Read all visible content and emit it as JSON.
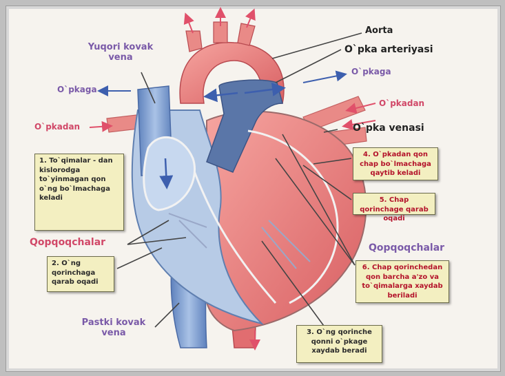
{
  "labels": {
    "aorta": "Aorta",
    "pulmonary_artery": "O`pka arteriyasi",
    "to_lungs_right": "O`pkaga",
    "from_lungs_right": "O`pkadan",
    "pulmonary_vein": "O`pka venasi",
    "superior_vena_cava": "Yuqori kovak vena",
    "to_lungs_left": "O`pkaga",
    "from_lungs_left": "O`pkadan",
    "valves_left": "Qopqoqchalar",
    "valves_right": "Qopqoqchalar",
    "inferior_vena_cava": "Pastki kovak vena"
  },
  "steps": [
    {
      "id": 1,
      "text": "1. To`qimalar - dan kislorodga to`yinmagan qon o`ng bo`lmachaga keladi"
    },
    {
      "id": 2,
      "text": "2. O`ng qorinchaga qarab oqadi"
    },
    {
      "id": 3,
      "text": "3. O`ng qorinche qonni o`pkage xaydab beradi"
    },
    {
      "id": 4,
      "text": "4. O`pkadan qon chap bo`lmachaga qaytib keladi"
    },
    {
      "id": 5,
      "text": "5. Chap qorinchage qarab oqadi"
    },
    {
      "id": 6,
      "text": "6. Chap qorinchedan qon barcha a'zo va to`qimalarga xaydab beriladi"
    }
  ],
  "colors": {
    "label_purple": "#7a5aa8",
    "label_pink": "#d14868",
    "box_fill": "#f3efc1",
    "box_red_text": "#b3122a",
    "oxygenated": "#e98a87",
    "deoxygenated": "#6d8fc4"
  }
}
